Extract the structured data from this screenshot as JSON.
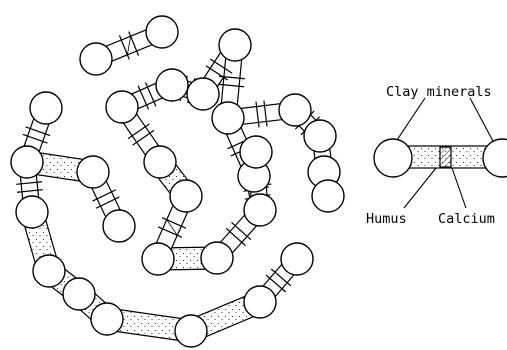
{
  "labels": {
    "clay_minerals": "Clay minerals",
    "humus": "Humus",
    "calcium": "Calcium"
  },
  "colors": {
    "stroke": "#000000",
    "fill": "#ffffff",
    "stipple": "#000000"
  },
  "legend": {
    "parts": [
      "clay-particle",
      "humus-bridge",
      "calcium-bridge"
    ]
  }
}
